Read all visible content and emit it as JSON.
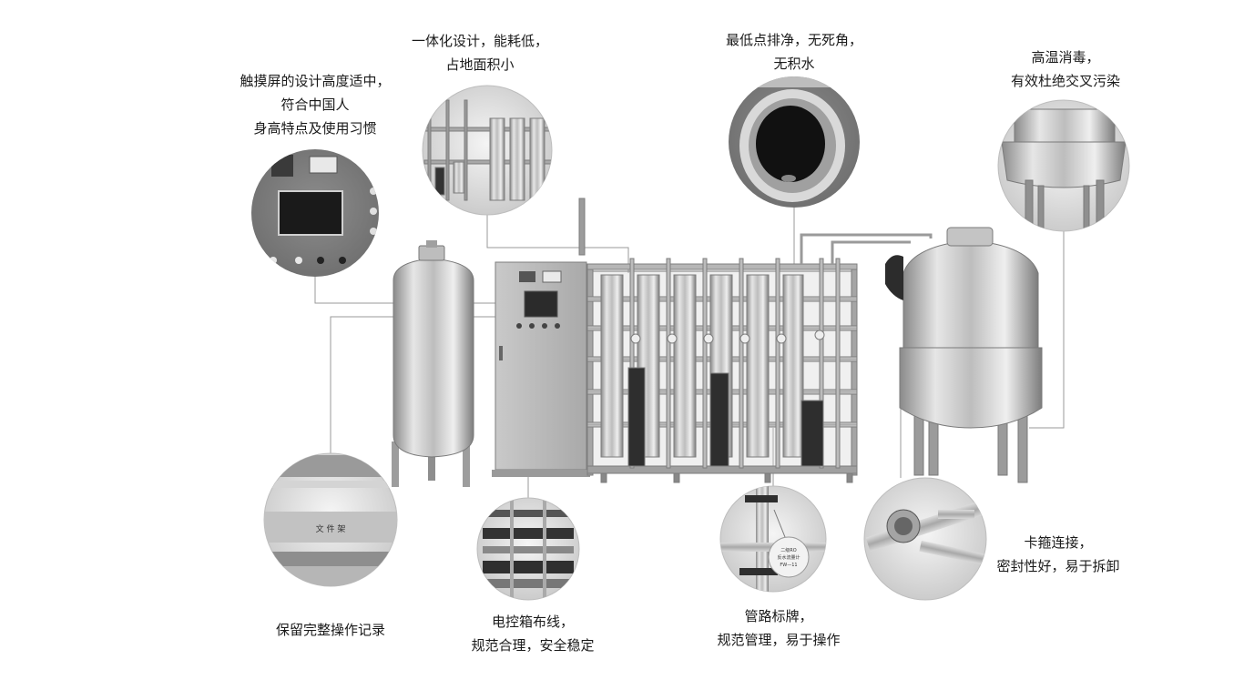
{
  "callouts": {
    "touchscreen": {
      "lines": [
        "触摸屏的设计高度适中，",
        "符合中国人",
        "身高特点及使用习惯"
      ]
    },
    "integrated": {
      "lines": [
        "一体化设计，能耗低，",
        "占地面积小"
      ]
    },
    "drain": {
      "lines": [
        "最低点排净，无死角，",
        "无积水"
      ]
    },
    "sterilize": {
      "lines": [
        "高温消毒，",
        "有效杜绝交叉污染"
      ]
    },
    "records": {
      "lines": [
        "保留完整操作记录"
      ]
    },
    "wiring": {
      "lines": [
        "电控箱布线，",
        "规范合理，安全稳定"
      ]
    },
    "pipe_label": {
      "lines": [
        "管路标牌，",
        "规范管理，易于操作"
      ]
    },
    "clamp": {
      "lines": [
        "卡箍连接，",
        "密封性好，易于拆卸"
      ]
    }
  },
  "detail_labels": {
    "file_rack": "文 件 架",
    "pipe_tag": "二级RO",
    "pipe_tag_sub": "反水流量计",
    "pipe_tag_code": "FW—11"
  }
}
